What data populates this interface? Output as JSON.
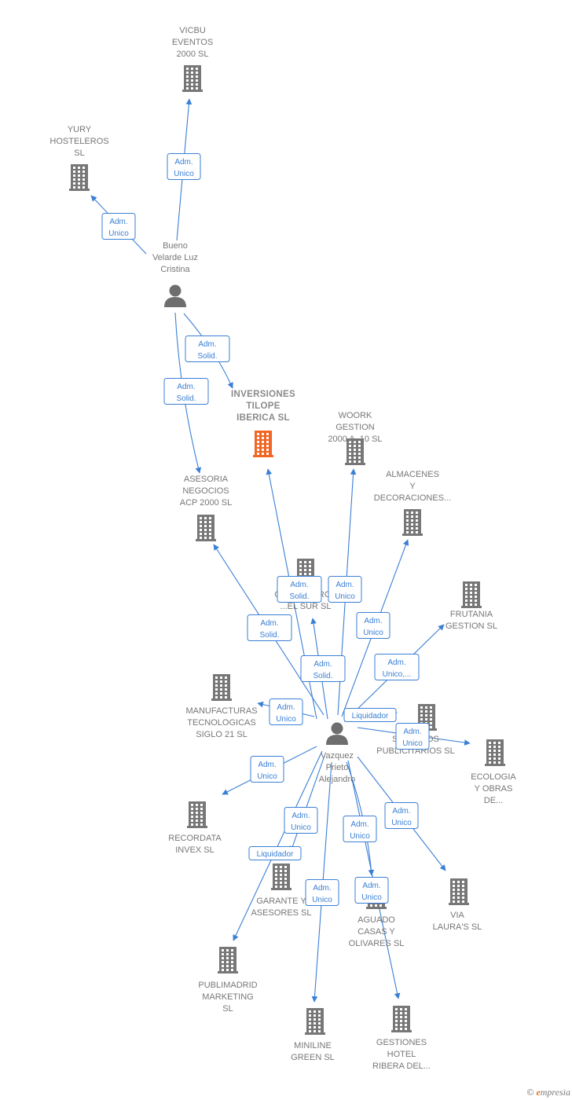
{
  "colors": {
    "edge": "#3a7fd5",
    "company": "#777777",
    "focus_company": "#f26522",
    "person": "#6e6e6e"
  },
  "nodes": [
    {
      "id": "vicbu",
      "type": "company",
      "lines": [
        "VICBU",
        "EVENTOS",
        "2000  SL"
      ]
    },
    {
      "id": "yury",
      "type": "company",
      "lines": [
        "YURY",
        "HOSTELEROS",
        "SL"
      ]
    },
    {
      "id": "bueno",
      "type": "person",
      "lines": [
        "Bueno",
        "Velarde Luz",
        "Cristina"
      ]
    },
    {
      "id": "inversiones",
      "type": "company",
      "focus": true,
      "lines": [
        "INVERSIONES",
        "TILOPE",
        "IBERICA  SL"
      ]
    },
    {
      "id": "woork",
      "type": "company",
      "lines": [
        "WOORK",
        "GESTION",
        "2000 A.  10 SL"
      ]
    },
    {
      "id": "almacenes",
      "type": "company",
      "lines": [
        "ALMACENES",
        "Y",
        "DECORACIONES..."
      ]
    },
    {
      "id": "asesoria",
      "type": "company",
      "lines": [
        "ASESORIA",
        "NEGOCIOS",
        "ACP 2000  SL"
      ]
    },
    {
      "id": "carpinteros",
      "type": "company",
      "lines": [
        "...AL",
        "CARPINTEROS",
        "...EL SUR SL"
      ]
    },
    {
      "id": "frutania",
      "type": "company",
      "lines": [
        "FRUTANIA",
        "GESTION SL"
      ]
    },
    {
      "id": "manufacturas",
      "type": "company",
      "lines": [
        "MANUFACTURAS",
        "TECNOLOGICAS",
        "SIGLO 21 SL"
      ]
    },
    {
      "id": "vazquez",
      "type": "person",
      "lines": [
        "Vazquez",
        "Prieto",
        "Alejandro"
      ]
    },
    {
      "id": "servicios",
      "type": "company",
      "lines": [
        "...AR",
        "SERVICIOS",
        "PUBLICITARIOS SL"
      ]
    },
    {
      "id": "ecologia",
      "type": "company",
      "lines": [
        "ECOLOGIA",
        "Y OBRAS",
        "DE..."
      ]
    },
    {
      "id": "recordata",
      "type": "company",
      "lines": [
        "RECORDATA",
        "INVEX  SL"
      ]
    },
    {
      "id": "garante",
      "type": "company",
      "lines": [
        "GARANTE Y",
        "ASESORES SL"
      ]
    },
    {
      "id": "aguado",
      "type": "company",
      "lines": [
        "AGUADO",
        "CASAS Y",
        "OLIVARES SL"
      ]
    },
    {
      "id": "via",
      "type": "company",
      "lines": [
        "VIA",
        "LAURA'S SL"
      ]
    },
    {
      "id": "publimadrid",
      "type": "company",
      "lines": [
        "PUBLIMADRID",
        "MARKETING",
        "SL"
      ]
    },
    {
      "id": "miniline",
      "type": "company",
      "lines": [
        "MINILINE",
        "GREEN SL"
      ]
    },
    {
      "id": "gestiones",
      "type": "company",
      "lines": [
        "GESTIONES",
        "HOTEL",
        "RIBERA DEL..."
      ]
    }
  ],
  "edges": [
    {
      "from": "bueno",
      "to": "vicbu",
      "label": [
        "Adm.",
        "Unico"
      ]
    },
    {
      "from": "bueno",
      "to": "yury",
      "label": [
        "Adm.",
        "Unico"
      ]
    },
    {
      "from": "bueno",
      "to": "inversiones",
      "label": [
        "Adm.",
        "Solid."
      ]
    },
    {
      "from": "bueno",
      "to": "asesoria",
      "label": [
        "Adm.",
        "Solid."
      ]
    },
    {
      "from": "vazquez",
      "to": "inversiones",
      "label": [
        "Adm.",
        "Solid."
      ]
    },
    {
      "from": "vazquez",
      "to": "woork",
      "label": [
        "Adm.",
        "Unico"
      ]
    },
    {
      "from": "vazquez",
      "to": "almacenes",
      "label": [
        "Adm.",
        "Unico"
      ]
    },
    {
      "from": "vazquez",
      "to": "asesoria",
      "label": [
        "Adm.",
        "Solid."
      ]
    },
    {
      "from": "vazquez",
      "to": "carpinteros",
      "label": [
        "Adm.",
        "Solid."
      ]
    },
    {
      "from": "vazquez",
      "to": "frutania",
      "label": [
        "Adm.",
        "Unico,..."
      ]
    },
    {
      "from": "vazquez",
      "to": "manufacturas",
      "label": [
        "Adm.",
        "Unico"
      ]
    },
    {
      "from": "vazquez",
      "to": "servicios",
      "label": [
        "Liquidador"
      ]
    },
    {
      "from": "vazquez",
      "to": "ecologia",
      "label": [
        "Adm.",
        "Unico"
      ]
    },
    {
      "from": "vazquez",
      "to": "recordata",
      "label": [
        "Adm.",
        "Unico"
      ]
    },
    {
      "from": "vazquez",
      "to": "garante",
      "label": [
        "Adm.",
        "Unico"
      ]
    },
    {
      "from": "vazquez",
      "to": "publimadrid",
      "label": [
        "Liquidador"
      ]
    },
    {
      "from": "vazquez",
      "to": "aguado",
      "label": [
        "Adm.",
        "Unico"
      ]
    },
    {
      "from": "vazquez",
      "to": "via",
      "label": [
        "Adm.",
        "Unico"
      ]
    },
    {
      "from": "vazquez",
      "to": "miniline",
      "label": [
        "Adm.",
        "Unico"
      ]
    },
    {
      "from": "vazquez",
      "to": "gestiones",
      "label": [
        "Adm.",
        "Unico"
      ]
    }
  ],
  "brand": {
    "copyright": "©",
    "e": "e",
    "rest": "mpresia"
  }
}
